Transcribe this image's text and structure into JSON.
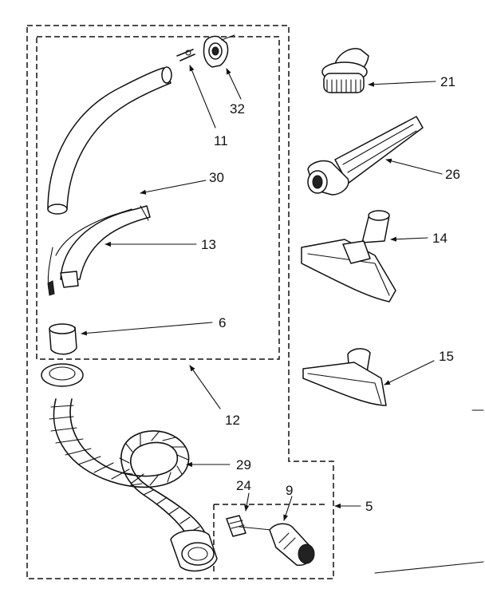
{
  "callouts": {
    "c21": "21",
    "c32": "32",
    "c26": "26",
    "c11": "11",
    "c30": "30",
    "c14": "14",
    "c13": "13",
    "c6": "6",
    "c15": "15",
    "c12": "12",
    "c29": "29",
    "c24": "24",
    "c9": "9",
    "c5": "5"
  }
}
